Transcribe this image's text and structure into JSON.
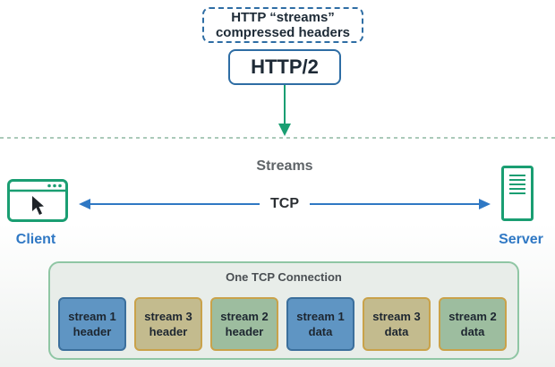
{
  "header": {
    "note_line1": "HTTP “streams”",
    "note_line2": "compressed headers",
    "protocol_label": "HTTP/2"
  },
  "middle": {
    "streams_label": "Streams",
    "tcp_label": "TCP",
    "client_label": "Client",
    "server_label": "Server"
  },
  "connection": {
    "title": "One TCP Connection",
    "blocks": [
      {
        "line1": "stream 1",
        "line2": "header"
      },
      {
        "line1": "stream 3",
        "line2": "header"
      },
      {
        "line1": "stream 2",
        "line2": "header"
      },
      {
        "line1": "stream 1",
        "line2": "data"
      },
      {
        "line1": "stream 3",
        "line2": "data"
      },
      {
        "line1": "stream 2",
        "line2": "data"
      }
    ]
  },
  "colors": {
    "accent_blue": "#2f78c4",
    "accent_green": "#1a9e72",
    "stream1_fill": "#5f95c3",
    "stream3_fill": "#c3bb8e",
    "stream2_fill": "#9dbd9f"
  },
  "icons": {
    "client": "browser-window-cursor-icon",
    "server": "server-icon"
  }
}
